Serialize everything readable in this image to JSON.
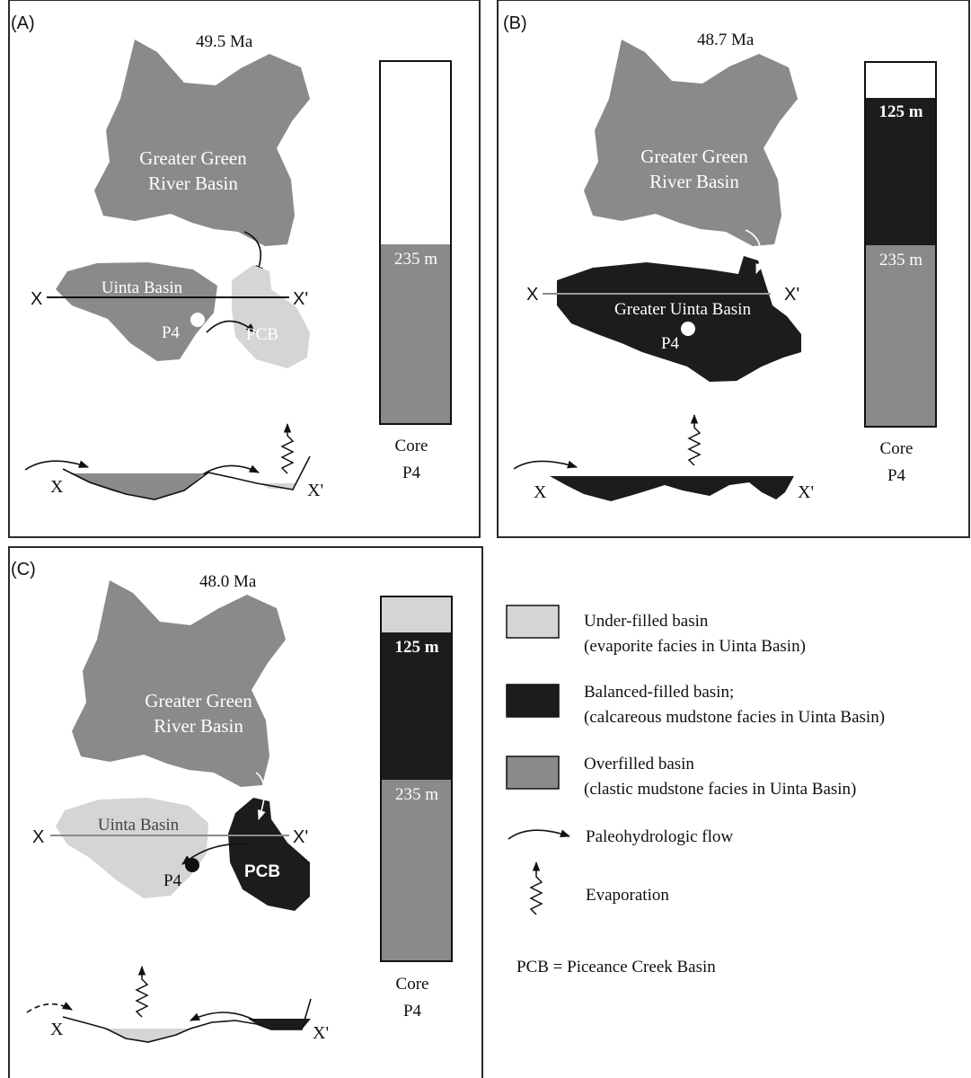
{
  "colors": {
    "overfilled": "#8a8a8c",
    "balanced": "#1c1c1c",
    "underfilled": "#d4d5d7",
    "frame": "#2a2a2a"
  },
  "panels": [
    {
      "letter": "(A)",
      "age": "49.5 Ma",
      "ggrb_line1": "Greater Green",
      "ggrb_line2": "River Basin",
      "basin_label": "Uinta Basin",
      "well": "P4",
      "pcb": "PCB",
      "x": "X",
      "x_prime": "X'",
      "core_depth_1": "235 m",
      "core_label_1": "Core",
      "core_label_2": "P4"
    },
    {
      "letter": "(B)",
      "age": "48.7 Ma",
      "ggrb_line1": "Greater Green",
      "ggrb_line2": "River Basin",
      "basin_label": "Greater Uinta Basin",
      "well": "P4",
      "x": "X",
      "x_prime": "X'",
      "core_depth_1": "125 m",
      "core_depth_2": "235 m",
      "core_label_1": "Core",
      "core_label_2": "P4"
    },
    {
      "letter": "(C)",
      "age": "48.0 Ma",
      "ggrb_line1": "Greater Green",
      "ggrb_line2": "River Basin",
      "basin_label": "Uinta Basin",
      "well": "P4",
      "pcb": "PCB",
      "x": "X",
      "x_prime": "X'",
      "core_depth_1": "125 m",
      "core_depth_2": "235 m",
      "core_label_1": "Core",
      "core_label_2": "P4"
    }
  ],
  "legend": {
    "underfilled_1": "Under-filled basin",
    "underfilled_2": "(evaporite facies in Uinta Basin)",
    "balanced_1": "Balanced-filled basin;",
    "balanced_2": "(calcareous mudstone facies in Uinta Basin)",
    "overfilled_1": "Overfilled basin",
    "overfilled_2": "(clastic mudstone facies in Uinta Basin)",
    "flow": "Paleohydrologic flow",
    "evaporation": "Evaporation",
    "pcb_note": "PCB = Piceance Creek Basin"
  }
}
